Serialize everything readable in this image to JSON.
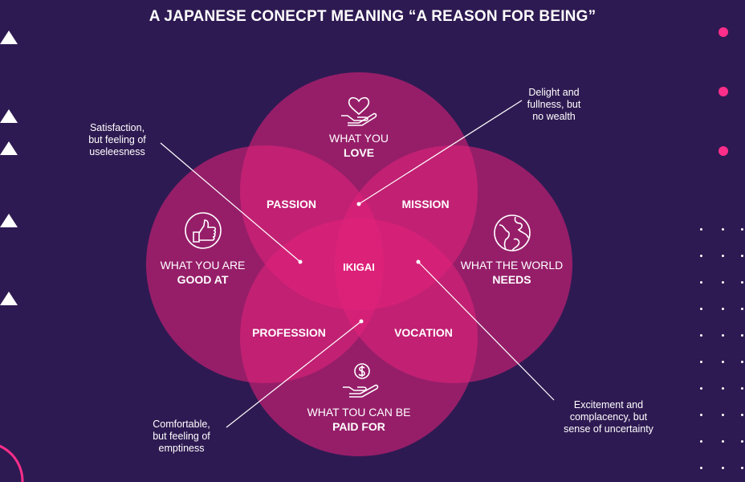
{
  "title": "A JAPANESE CONECPT MEANING “A REASON FOR BEING”",
  "colors": {
    "background": "#2e1a52",
    "circle": "#e2227a",
    "accent": "#ff2e8a"
  },
  "circles": {
    "love": {
      "line1": "WHAT YOU",
      "line2": "LOVE",
      "icon": "heart-in-hand-icon"
    },
    "good": {
      "line1": "WHAT YOU ARE",
      "line2": "GOOD AT",
      "icon": "thumbs-up-icon"
    },
    "world": {
      "line1": "WHAT THE WORLD",
      "line2": "NEEDS",
      "icon": "globe-icon"
    },
    "paid": {
      "line1": "WHAT TOU CAN BE",
      "line2": "PAID FOR",
      "icon": "dollar-in-hand-icon"
    }
  },
  "zones": {
    "passion": "PASSION",
    "mission": "MISSION",
    "profession": "PROFESSION",
    "vocation": "VOCATION",
    "center": "IKIGAI"
  },
  "notes": {
    "top_left": [
      "Satisfaction,",
      "but feeling of",
      "useleesness"
    ],
    "top_right": [
      "Delight and",
      "fullness, but",
      "no wealth"
    ],
    "bottom_left": [
      "Comfortable,",
      "but feeling of",
      "emptiness"
    ],
    "bottom_right": [
      "Excitement and",
      "complacency, but",
      "sense of uncertainty"
    ]
  }
}
